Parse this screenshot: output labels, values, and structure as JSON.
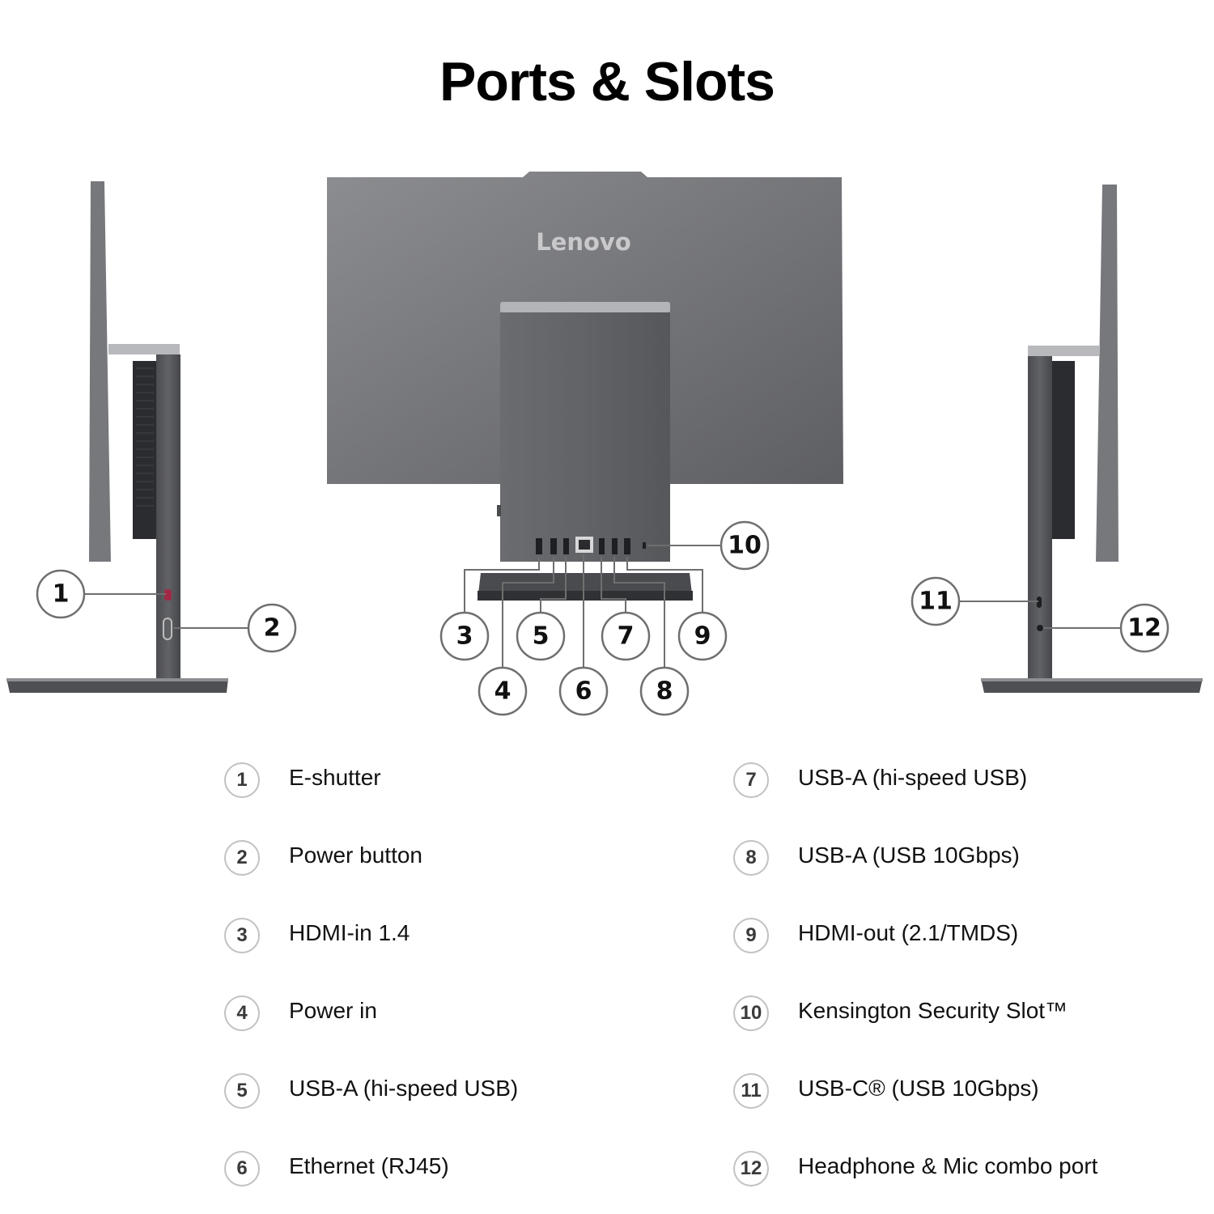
{
  "title": "Ports & Slots",
  "device": {
    "logo": "Lenovo",
    "callouts": [
      "1",
      "2",
      "3",
      "4",
      "5",
      "6",
      "7",
      "8",
      "9",
      "10",
      "11",
      "12"
    ]
  },
  "legend": [
    {
      "num": "1",
      "label": "E-shutter"
    },
    {
      "num": "2",
      "label": "Power button"
    },
    {
      "num": "3",
      "label": "HDMI-in 1.4"
    },
    {
      "num": "4",
      "label": "Power in"
    },
    {
      "num": "5",
      "label": "USB-A (hi-speed USB)"
    },
    {
      "num": "6",
      "label": "Ethernet (RJ45)"
    },
    {
      "num": "7",
      "label": "USB-A (hi-speed USB)"
    },
    {
      "num": "8",
      "label": "USB-A (USB 10Gbps)"
    },
    {
      "num": "9",
      "label": "HDMI-out (2.1/TMDS)"
    },
    {
      "num": "10",
      "label": "Kensington Security Slot™"
    },
    {
      "num": "11",
      "label": "USB-C® (USB 10Gbps)"
    },
    {
      "num": "12",
      "label": "Headphone & Mic combo port"
    }
  ]
}
